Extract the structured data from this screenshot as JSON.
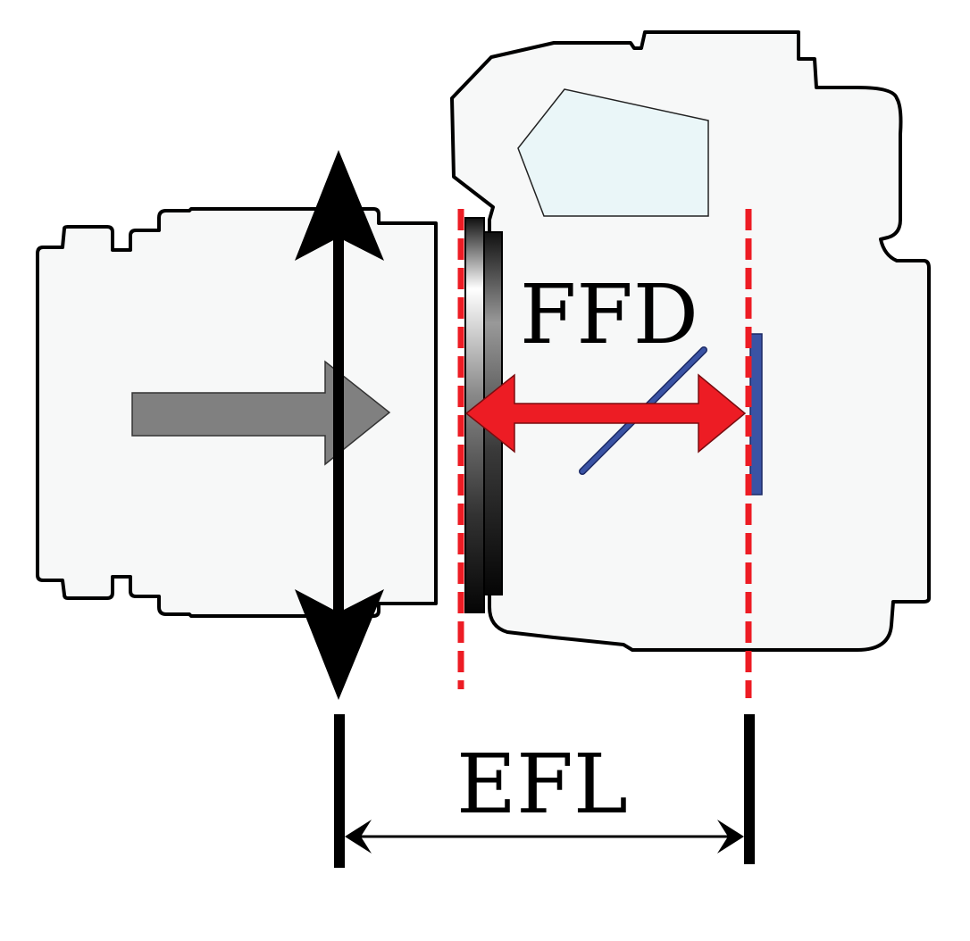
{
  "diagram": {
    "title": "Lens and camera body: flange focal distance vs. effective focal length",
    "labels": {
      "ffd": "FFD",
      "efl": "EFL"
    },
    "components": {
      "lens_barrel": {
        "name": "Lens barrel",
        "fill": "#f7f8f8",
        "stroke": "#000000"
      },
      "camera_body": {
        "name": "Camera body",
        "fill": "#f7f8f8",
        "stroke": "#000000"
      },
      "viewfinder_prism": {
        "name": "Viewfinder / pentaprism",
        "fill": "#eaf6f8"
      },
      "lens_mount": {
        "name": "Lens mount flange",
        "fill": "#111111"
      },
      "mirror": {
        "name": "Reflex mirror",
        "fill": "#3a53a4"
      },
      "sensor": {
        "name": "Image sensor",
        "fill": "#3a53a4"
      },
      "light_arrow": {
        "name": "Incoming light direction",
        "fill": "#808080"
      },
      "principal_plane": {
        "name": "Lens principal plane (double arrow)",
        "fill": "#000000"
      },
      "mount_plane": {
        "name": "Mount reference plane",
        "color": "#ed1c24",
        "style": "dashed"
      },
      "sensor_plane": {
        "name": "Sensor plane",
        "color": "#ed1c24",
        "style": "dashed"
      },
      "ffd_arrow": {
        "name": "Flange focal distance arrow",
        "fill": "#ed1c24"
      },
      "efl_dimension": {
        "name": "Effective focal length dimension",
        "color": "#000000"
      }
    },
    "colors": {
      "accent_red": "#ed1c24",
      "sensor_blue": "#3a53a4",
      "body_fill": "#f7f8f8",
      "prism_fill": "#eaf6f8",
      "arrow_gray": "#808080"
    }
  }
}
